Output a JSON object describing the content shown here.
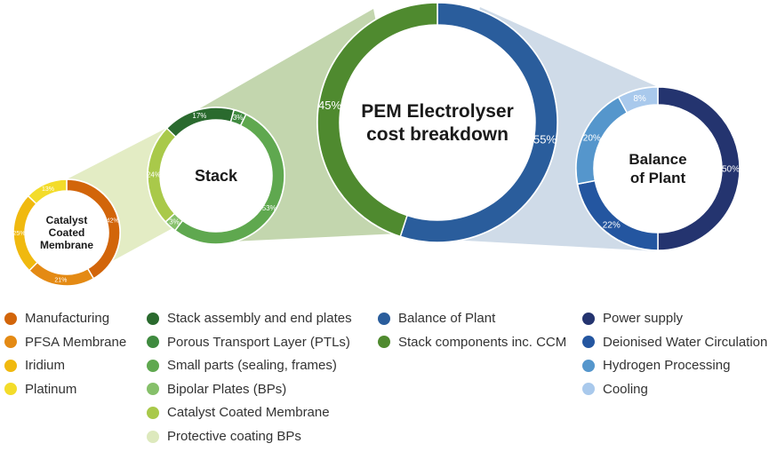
{
  "chart_data": [
    {
      "type": "pie",
      "title": "PEM Electrolyser cost breakdown",
      "title_lines": [
        "PEM Electrolyser",
        "cost breakdown"
      ],
      "labels": [
        "Balance of Plant",
        "Stack components inc. CCM"
      ],
      "values": [
        55,
        45
      ],
      "colors": [
        "#2a5d9c",
        "#4f8a2f"
      ]
    },
    {
      "type": "pie",
      "title": "Stack",
      "title_lines": [
        "Stack"
      ],
      "labels": [
        "Stack assembly and end plates",
        "Porous Transport Layer (PTLs)",
        "Small parts (sealing, frames)",
        "Bipolar Plates (BPs)",
        "Catalyst Coated Membrane"
      ],
      "values": [
        17,
        3,
        53,
        3,
        24
      ],
      "colors": [
        "#2a6a2e",
        "#3f8a3f",
        "#5fa84f",
        "#86c06a",
        "#a9c94a"
      ]
    },
    {
      "type": "pie",
      "title": "Catalyst Coated Membrane",
      "title_lines": [
        "Catalyst",
        "Coated",
        "Membrane"
      ],
      "labels": [
        "Manufacturing",
        "PFSA Membrane",
        "Iridium",
        "Platinum"
      ],
      "values": [
        42,
        21,
        25,
        13
      ],
      "colors": [
        "#d2650a",
        "#e48a14",
        "#f0b90f",
        "#f3dc2a"
      ]
    },
    {
      "type": "pie",
      "title": "Balance of Plant",
      "title_lines": [
        "Balance",
        "of Plant"
      ],
      "labels": [
        "Power supply",
        "Deionised Water Circulation",
        "Hydrogen Processing",
        "Cooling"
      ],
      "values": [
        50,
        22,
        20,
        8
      ],
      "colors": [
        "#24346f",
        "#2456a0",
        "#5596cc",
        "#a9c9ec"
      ]
    }
  ],
  "legend": [
    [
      {
        "label": "Manufacturing",
        "color": "#d2650a"
      },
      {
        "label": "PFSA Membrane",
        "color": "#e48a14"
      },
      {
        "label": "Iridium",
        "color": "#f0b90f"
      },
      {
        "label": "Platinum",
        "color": "#f3dc2a"
      }
    ],
    [
      {
        "label": "Stack assembly and end plates",
        "color": "#2a6a2e"
      },
      {
        "label": "Porous Transport Layer (PTLs)",
        "color": "#3f8a3f"
      },
      {
        "label": "Small parts (sealing, frames)",
        "color": "#5fa84f"
      },
      {
        "label": "Bipolar Plates (BPs)",
        "color": "#86c06a"
      },
      {
        "label": "Catalyst Coated Membrane",
        "color": "#a9c94a"
      },
      {
        "label": "Protective coating BPs",
        "color": "#dde9bd"
      }
    ],
    [
      {
        "label": "Balance of Plant",
        "color": "#2a5d9c"
      },
      {
        "label": "Stack components inc. CCM",
        "color": "#4f8a2f"
      }
    ],
    [
      {
        "label": "Power supply",
        "color": "#24346f"
      },
      {
        "label": "Deionised Water Circulation",
        "color": "#2456a0"
      },
      {
        "label": "Hydrogen Processing",
        "color": "#5596cc"
      },
      {
        "label": "Cooling",
        "color": "#a9c9ec"
      }
    ]
  ]
}
